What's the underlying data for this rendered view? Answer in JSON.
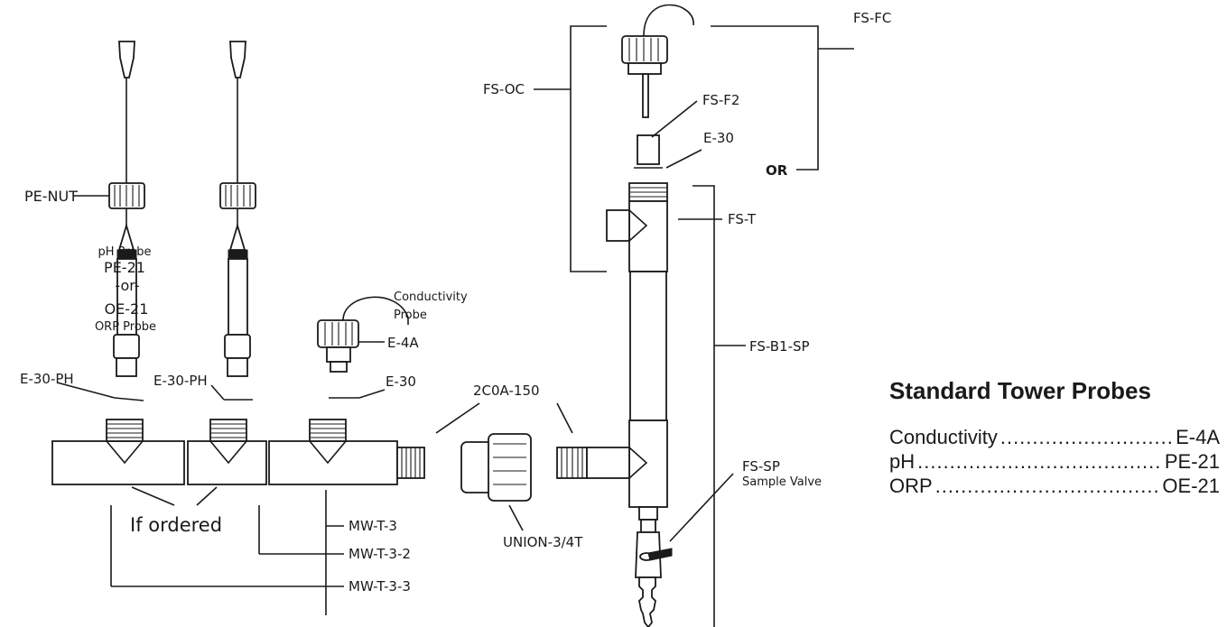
{
  "labels": {
    "pe_nut": "PE-NUT",
    "ph_probe": "pH Probe",
    "pe_21": "PE-21",
    "or": "-or-",
    "oe_21": "OE-21",
    "orp_probe": "ORP Probe",
    "e30_ph_1": "E-30-PH",
    "e30_ph_2": "E-30-PH",
    "conductivity_probe_line1": "Conductivity",
    "conductivity_probe_line2": "Probe",
    "e_4a": "E-4A",
    "e30_tee": "E-30",
    "if_ordered": "If ordered",
    "mw_t_3": "MW-T-3",
    "mw_t_3_2": "MW-T-3-2",
    "mw_t_3_3": "MW-T-3-3",
    "c2oa_150": "2C0A-150",
    "union": "UNION-3/4T",
    "fs_oc": "FS-OC",
    "fs_fc": "FS-FC",
    "fs_f2": "FS-F2",
    "e30_top": "E-30",
    "or_bold": "OR",
    "fs_t": "FS-T",
    "fs_b1_sp": "FS-B1-SP",
    "fs_sp": "FS-SP",
    "sample_valve": "Sample Valve"
  },
  "legend": {
    "title": "Standard Tower Probes",
    "rows": [
      {
        "name": "Conductivity",
        "code": "E-4A"
      },
      {
        "name": "pH",
        "code": "PE-21"
      },
      {
        "name": "ORP",
        "code": "OE-21"
      }
    ]
  }
}
